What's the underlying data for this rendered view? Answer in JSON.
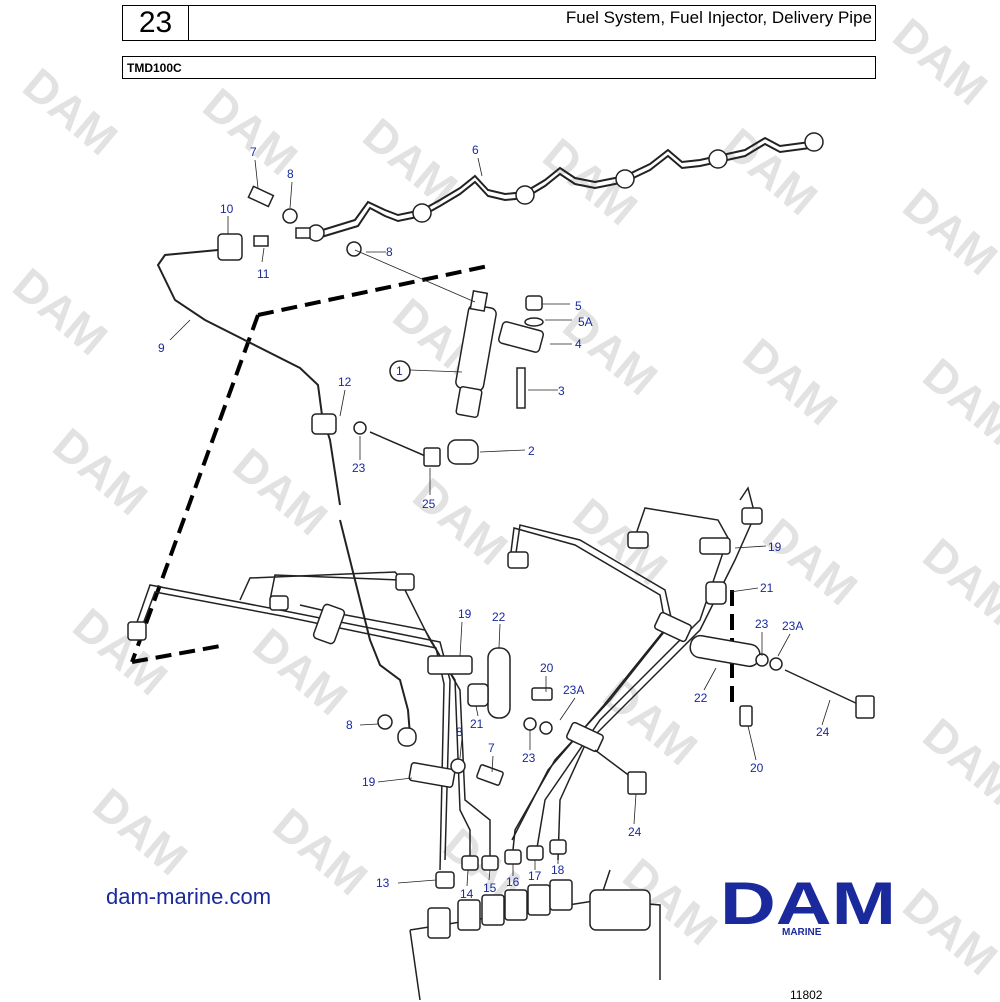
{
  "header": {
    "section_number": "23",
    "title": "Fuel System, Fuel Injector, Delivery Pipe",
    "model": "TMD100C"
  },
  "footer": {
    "website": "dam-marine.com",
    "logo_text": "DAM",
    "logo_subtext": "MARINE",
    "figure_number": "11802"
  },
  "watermark": "DAM",
  "colors": {
    "label_blue": "#1a2a9c",
    "logo_blue": "#1a2a9c",
    "watermark_gray": "#e2e2e2"
  },
  "callouts": {
    "c1": "1",
    "c2": "2",
    "c3": "3",
    "c4": "4",
    "c5": "5",
    "c5a": "5A",
    "c6": "6",
    "c7a": "7",
    "c7b": "7",
    "c8a": "8",
    "c8b": "8",
    "c8c": "8",
    "c8d": "8",
    "c9": "9",
    "c10": "10",
    "c11": "11",
    "c12": "12",
    "c13": "13",
    "c14": "14",
    "c15": "15",
    "c16": "16",
    "c17": "17",
    "c18": "18",
    "c19a": "19",
    "c19b": "19",
    "c19c": "19",
    "c20a": "20",
    "c20b": "20",
    "c21a": "21",
    "c21b": "21",
    "c22a": "22",
    "c22b": "22",
    "c23a": "23",
    "c23b": "23",
    "c23c": "23",
    "c23Aa": "23A",
    "c23Ab": "23A",
    "c24a": "24",
    "c24b": "24",
    "c25": "25"
  }
}
